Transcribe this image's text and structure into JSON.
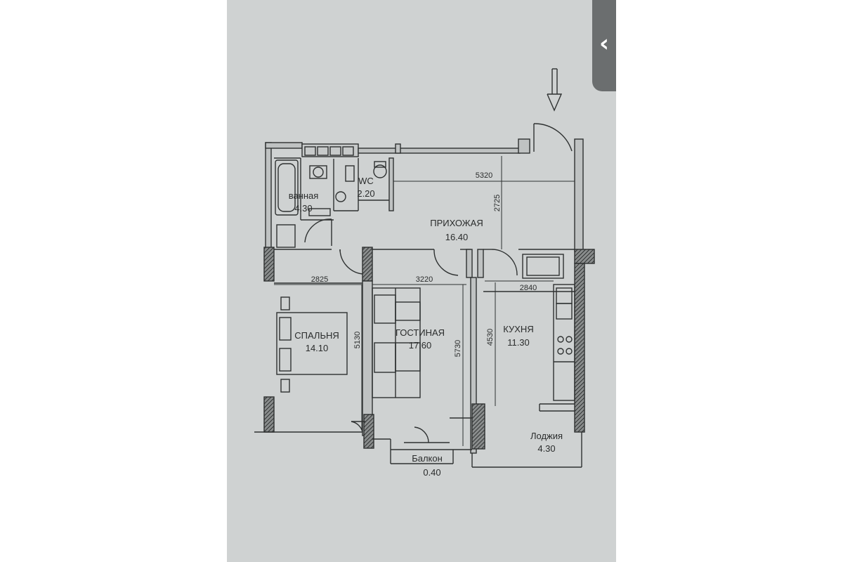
{
  "plan": {
    "rooms": [
      {
        "id": "bath",
        "name": "ванная",
        "area": "4.30"
      },
      {
        "id": "wc",
        "name": "WC",
        "area": "2.20"
      },
      {
        "id": "hall",
        "name": "ПРИХОЖАЯ",
        "area": "16.40"
      },
      {
        "id": "bedroom",
        "name": "СПАЛЬНЯ",
        "area": "14.10"
      },
      {
        "id": "living",
        "name": "ГОСТИНАЯ",
        "area": "17.60"
      },
      {
        "id": "kitchen",
        "name": "КУХНЯ",
        "area": "11.30"
      },
      {
        "id": "loggia",
        "name": "Лоджия",
        "area": "4.30"
      },
      {
        "id": "balcony",
        "name": "Балкон",
        "area": "0.40"
      }
    ],
    "dimensions": {
      "hall_width": "5320",
      "hall_depth": "2725",
      "bedroom_width": "2825",
      "bedroom_depth": "5130",
      "living_width": "3220",
      "living_depth": "5730",
      "kitchen_width": "2840",
      "kitchen_depth": "4530"
    }
  },
  "ui": {
    "back_icon": "chevron-left-icon",
    "back_glyph": "‹"
  },
  "colors": {
    "paper": "#cfd2d2",
    "line": "#2e3131",
    "wall": "#4a4d4d"
  }
}
